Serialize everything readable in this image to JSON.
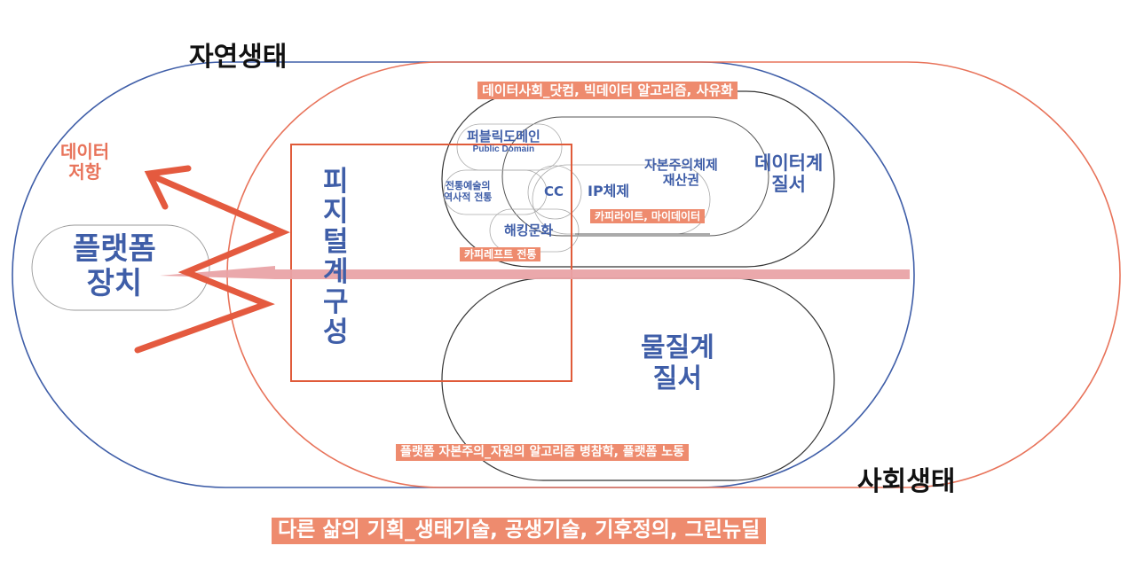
{
  "ecology": {
    "natural": "자연생태",
    "social": "사회생태"
  },
  "data_resistance": [
    "데이터",
    "저항"
  ],
  "platform_device": [
    "플랫폼",
    "장치"
  ],
  "digital_composition": [
    "피",
    "지",
    "털",
    "계",
    "구",
    "성"
  ],
  "data_order": [
    "데이터계",
    "질서"
  ],
  "material_order": [
    "물질계",
    "질서"
  ],
  "public_domain": {
    "ko": "퍼블릭도메인",
    "en": "Public Domain"
  },
  "tradition": [
    "전통예술의",
    "역사적 전통"
  ],
  "cc": "CC",
  "ip_system": "IP체제",
  "capitalism_property": [
    "자본주의체제",
    "재산권"
  ],
  "hacking_culture": "해킹문화",
  "tags": {
    "data_society": "데이터사회_닷컴, 빅데이터 알고리즘, 사유화",
    "copyright": "카피라이트, 마이데이터",
    "copyleft": "카피레프트 전통",
    "platform_capitalism": "플랫폼 자본주의_자원의 알고리즘 병참학, 플랫폼 노동",
    "other_life": "다른 삶의 기획_생태기술, 공생기술, 기후정의, 그린뉴딜"
  },
  "colors": {
    "blue": "#3f5ea8",
    "orange": "#e8735a",
    "pink_bar": "#e9a3a6",
    "tag_bg": "#ee8b6e"
  }
}
